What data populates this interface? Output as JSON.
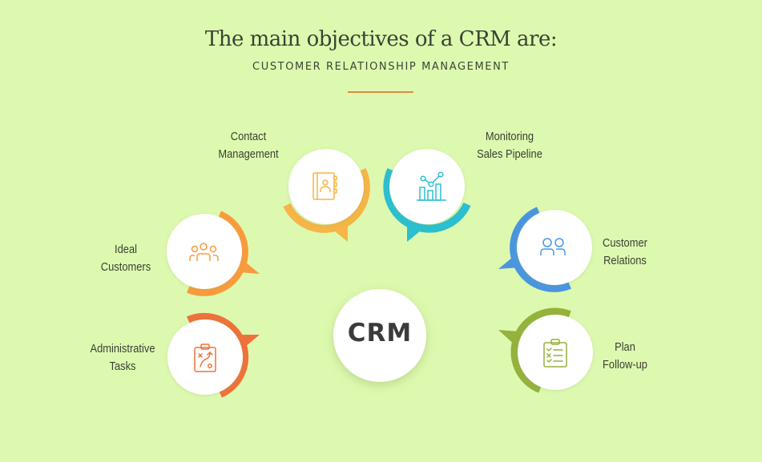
{
  "header": {
    "title": "The main objectives of a CRM are:",
    "subtitle": "CUSTOMER RELATIONSHIP MANAGEMENT",
    "divider_color": "#E08A3E"
  },
  "center": {
    "label": "CRM"
  },
  "objectives": [
    {
      "id": "contact-management",
      "line1": "Contact",
      "line2": "Management",
      "icon": "address-book-icon",
      "color": "#F5B547"
    },
    {
      "id": "monitoring-sales-pipeline",
      "line1": "Monitoring",
      "line2": "Sales Pipeline",
      "icon": "bar-chart-trend-icon",
      "color": "#2BBFCF"
    },
    {
      "id": "ideal-customers",
      "line1": "Ideal",
      "line2": "Customers",
      "icon": "group-users-icon",
      "color": "#F99B3C"
    },
    {
      "id": "customer-relations",
      "line1": "Customer",
      "line2": "Relations",
      "icon": "two-users-icon",
      "color": "#4A95DF"
    },
    {
      "id": "administrative-tasks",
      "line1": "Administrative",
      "line2": "Tasks",
      "icon": "strategy-clipboard-icon",
      "color": "#EE7239"
    },
    {
      "id": "plan-follow-up",
      "line1": "Plan",
      "line2": "Follow-up",
      "icon": "checklist-clipboard-icon",
      "color": "#94B23C"
    }
  ],
  "background_color": "#DDF9AF"
}
